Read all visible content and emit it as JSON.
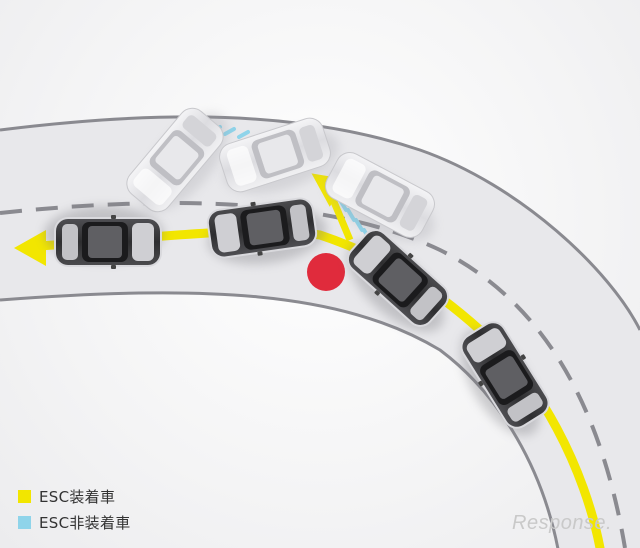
{
  "legend": {
    "items": [
      {
        "label": "ESC装着車",
        "color": "#f2e600"
      },
      {
        "label": "ESC非装着車",
        "color": "#8fd4ea"
      }
    ]
  },
  "obstacle_color": "#e02b3c",
  "road_color": "#e9e9ec",
  "watermark": "Response."
}
